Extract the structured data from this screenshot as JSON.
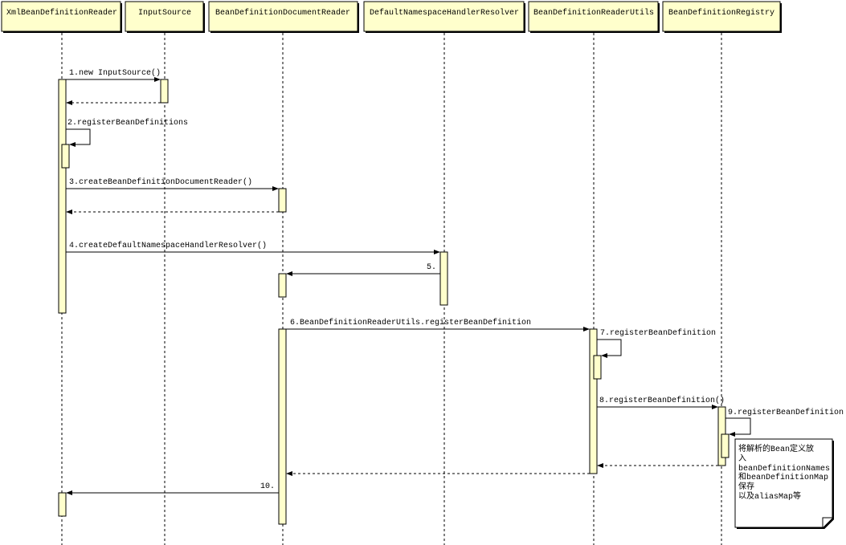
{
  "lifelines": [
    {
      "name": "XmlBeanDefinitionReader"
    },
    {
      "name": "InputSource"
    },
    {
      "name": "BeanDefinitionDocumentReader"
    },
    {
      "name": "DefaultNamespaceHandlerResolver"
    },
    {
      "name": "BeanDefinitionReaderUtils"
    },
    {
      "name": "BeanDefinitionRegistry"
    }
  ],
  "messages": [
    {
      "label": "1.new InputSource()",
      "from": 0,
      "to": 1
    },
    {
      "from": 1,
      "to": 0,
      "return": true
    },
    {
      "label": "2.registerBeanDefinitions",
      "from": 0,
      "to": 0
    },
    {
      "label": "3.createBeanDefinitionDocumentReader()",
      "from": 0,
      "to": 2
    },
    {
      "from": 2,
      "to": 0,
      "return": true
    },
    {
      "label": "4.createDefaultNamespaceHandlerResolver()",
      "from": 0,
      "to": 3
    },
    {
      "label": "5.",
      "from": 3,
      "to": 2
    },
    {
      "label": "6.BeanDefinitionReaderUtils.registerBeanDefinition",
      "from": 2,
      "to": 4
    },
    {
      "label": "7.registerBeanDefinition",
      "from": 4,
      "to": 4
    },
    {
      "label": "8.registerBeanDefinition()",
      "from": 4,
      "to": 5
    },
    {
      "label": "9.registerBeanDefinition",
      "from": 5,
      "to": 5
    },
    {
      "from": 5,
      "to": 4,
      "return": true
    },
    {
      "from": 4,
      "to": 2,
      "return": true
    },
    {
      "label": "10.",
      "from": 2,
      "to": 0
    }
  ],
  "note": {
    "lines": [
      "将解析的Bean定义放",
      "入",
      "beanDefinitionNames",
      "和beanDefinitionMap",
      "保存",
      "以及aliasMap等"
    ]
  },
  "colors": {
    "background": "#FFFFFF",
    "box_fill": "#FFFFCC",
    "activation_fill": "#FFFFCC",
    "line": "#000000",
    "note_fill": "#FFFFFF"
  }
}
